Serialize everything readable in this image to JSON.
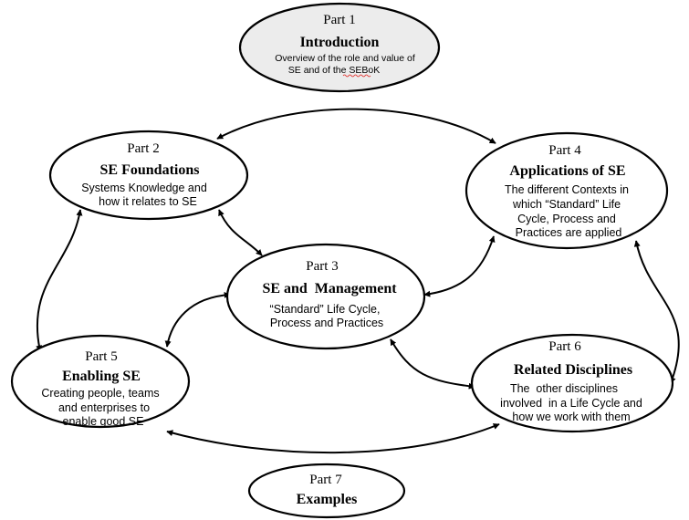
{
  "nodes": {
    "part1": {
      "part": "Part 1",
      "title": "Introduction",
      "desc1": "Overview of the role and value of",
      "desc2a": "SE and of the ",
      "desc2b": "SEBoK"
    },
    "part2": {
      "part": "Part 2",
      "title": "SE Foundations",
      "desc1": "Systems Knowledge and",
      "desc2": "how it relates to SE"
    },
    "part3": {
      "part": "Part 3",
      "title": "SE and  Management",
      "desc1": "“Standard” Life Cycle,",
      "desc2": "Process and Practices"
    },
    "part4": {
      "part": "Part 4",
      "title": "Applications of SE",
      "desc1": "The  different Contexts in",
      "desc2": "which “Standard”  Life",
      "desc3": "Cycle, Process and",
      "desc4": "Practices are applied"
    },
    "part5": {
      "part": "Part 5",
      "title": "Enabling SE",
      "desc1": "Creating people, teams",
      "desc2": "and enterprises to",
      "desc3": "enable good SE"
    },
    "part6": {
      "part": "Part 6",
      "title": "Related Disciplines",
      "desc1": "The  other disciplines",
      "desc2": "involved  in a Life Cycle and",
      "desc3": "how we work with them"
    },
    "part7": {
      "part": "Part 7",
      "title": "Examples"
    }
  },
  "colors": {
    "line": "#000000",
    "part1_fill": "#ececec",
    "spellcheck_underline": "#e0201c"
  }
}
